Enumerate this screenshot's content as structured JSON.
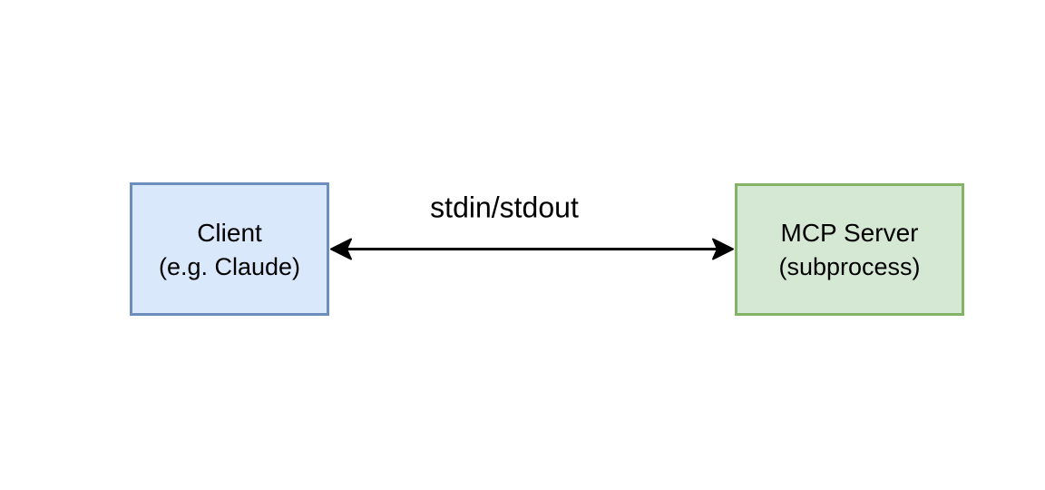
{
  "diagram": {
    "nodes": {
      "client": {
        "title": "Client",
        "subtitle": "(e.g. Claude)",
        "fill": "#dae8fc",
        "border": "#6c8ebf"
      },
      "server": {
        "title": "MCP Server",
        "subtitle": "(subprocess)",
        "fill": "#d5e8d4",
        "border": "#82b366"
      }
    },
    "edge": {
      "label": "stdin/stdout",
      "direction": "bidirectional",
      "color": "#000000"
    }
  },
  "colors": {
    "background": "#ffffff",
    "client-fill": "#dae8fc",
    "client-border": "#6c8ebf",
    "server-fill": "#d5e8d4",
    "server-border": "#82b366",
    "edge": "#000000",
    "text": "#000000"
  }
}
